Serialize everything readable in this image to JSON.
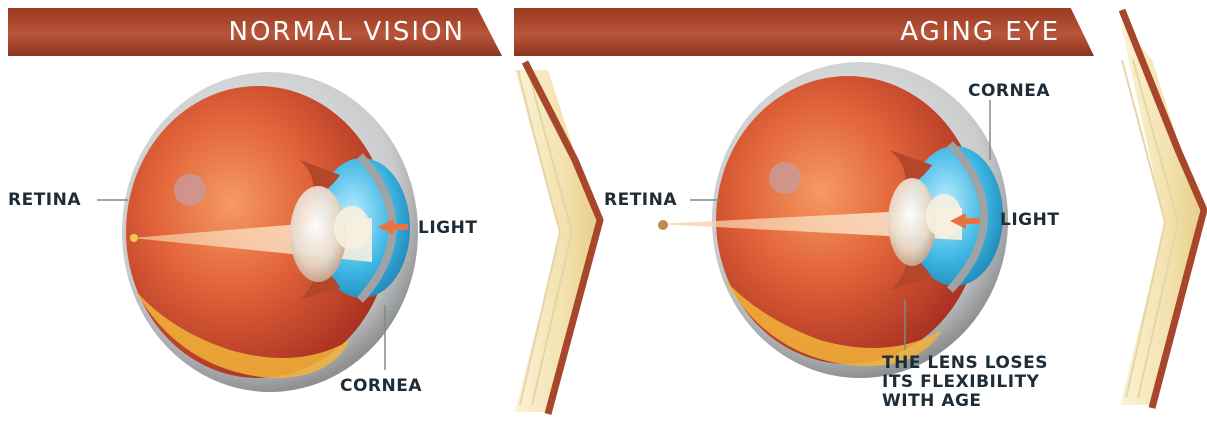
{
  "panels": [
    {
      "title": "NORMAL VISION",
      "labels": {
        "retina": "RETINA",
        "light": "LIGHT",
        "cornea": "CORNEA"
      }
    },
    {
      "title": "AGING EYE",
      "labels": {
        "retina": "RETINA",
        "light": "LIGHT",
        "cornea": "CORNEA",
        "lens_note": [
          "THE LENS LOSES",
          "ITS FLEXIBILITY",
          "WITH AGE"
        ]
      }
    }
  ],
  "colors": {
    "banner": "#a8462b",
    "label_text": "#1d2c36",
    "light_arrow": "#e8733f",
    "eye_red": "#d9562f",
    "cornea_blue": "#3cb6e3"
  }
}
